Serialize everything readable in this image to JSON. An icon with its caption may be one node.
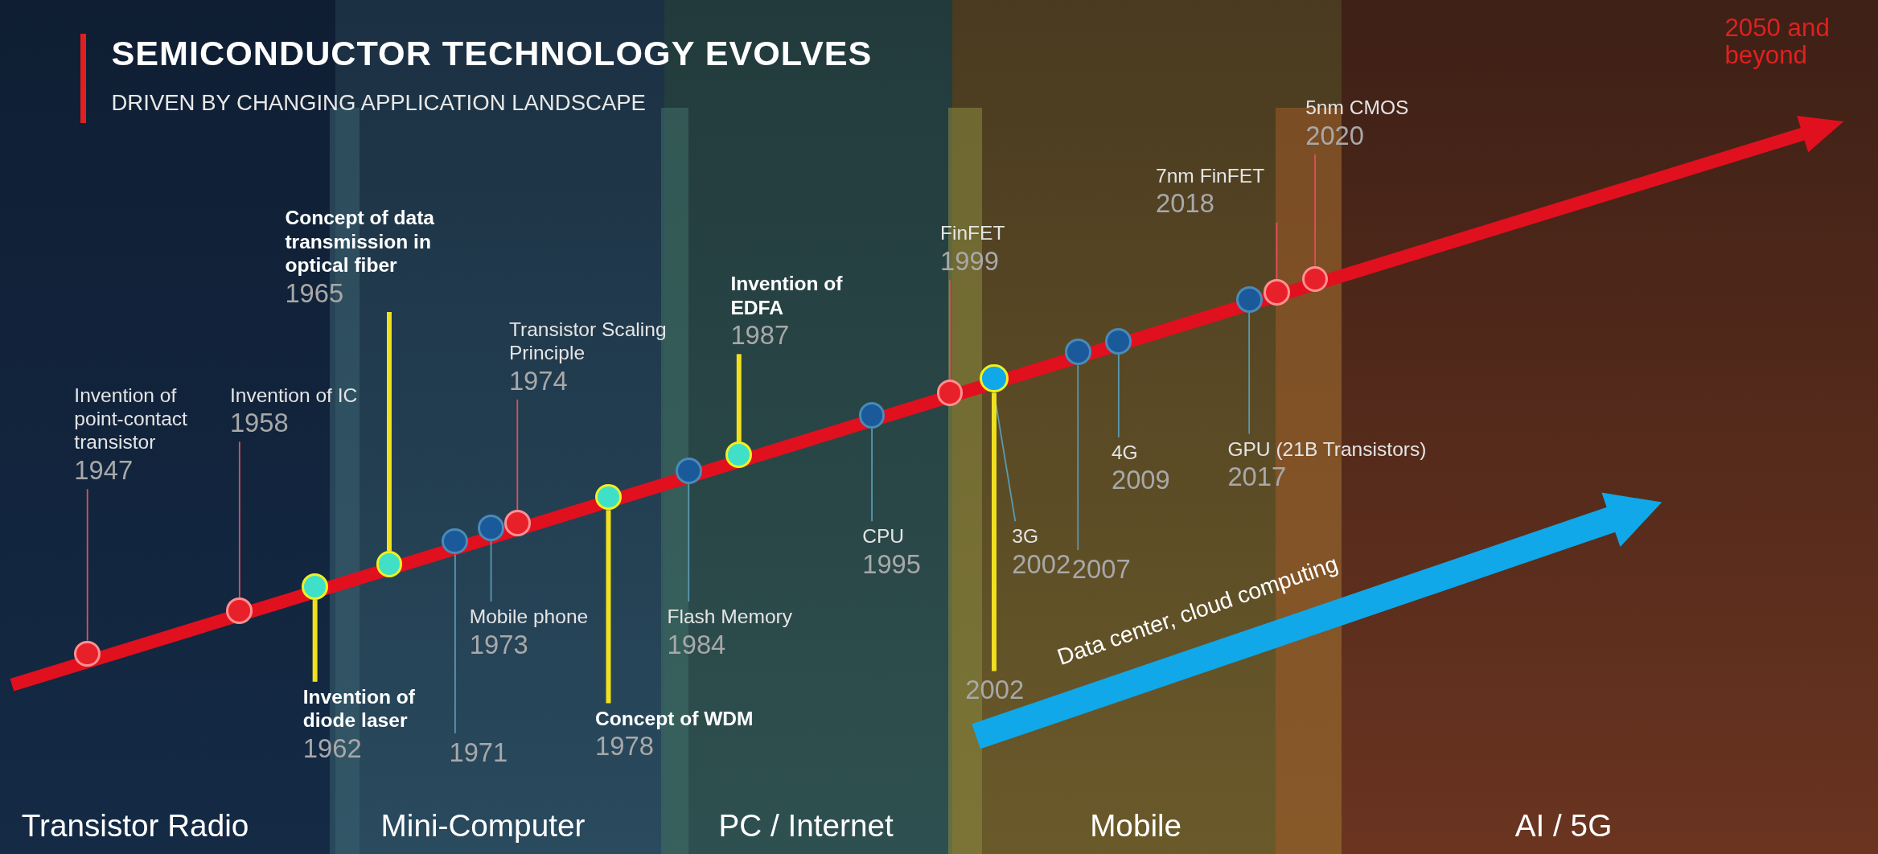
{
  "diagram": {
    "title": "SEMICONDUCTOR TECHNOLOGY EVOLVES",
    "nodes": [
      {
        "text": [
          "Invention of point-contact transistor",
          "1947"
        ]
      },
      {
        "text": [],
        "shape": "circle"
      },
      {
        "text": [
          "Invention of IC",
          "1958"
        ]
      },
      {
        "text": [],
        "shape": "circle"
      },
      {
        "text": [
          "Invention of diode laser",
          "1962"
        ]
      },
      {
        "text": [],
        "shape": "circle"
      },
      {
        "text": [
          "Concept of data transmission in optical fiber",
          "1965"
        ]
      },
      {
        "text": [],
        "shape": "circle"
      },
      {
        "text": [
          "1971"
        ]
      },
      {
        "text": [],
        "shape": "circle"
      },
      {
        "text": [
          "Mobile phone",
          "1973"
        ]
      },
      {
        "text": [],
        "shape": "circle"
      },
      {
        "text": [
          "Transistor Scaling Principle",
          "1974"
        ]
      },
      {
        "text": [],
        "shape": "circle"
      },
      {
        "text": [
          "Concept of WDM",
          "1978"
        ]
      },
      {
        "text": [],
        "shape": "circle"
      },
      {
        "text": [
          "Flash Memory",
          "1984"
        ]
      },
      {
        "text": [],
        "shape": "circle"
      },
      {
        "text": [
          "Invention of EDFA",
          "1987"
        ]
      },
      {
        "text": [],
        "shape": "circle"
      },
      {
        "text": [
          "CPU",
          "1995"
        ]
      },
      {
        "text": [],
        "shape": "circle"
      },
      {
        "text": [
          "FinFET",
          "1999"
        ]
      },
      {
        "text": [],
        "shape": "circle"
      },
      {
        "text": [
          "3G",
          "2002"
        ]
      },
      {
        "text": [],
        "shape": "circle"
      },
      {
        "text": [
          "2002"
        ]
      },
      {
        "text": [
          "2007"
        ]
      },
      {
        "text": [],
        "shape": "circle"
      },
      {
        "text": [
          "4G",
          "2009"
        ]
      },
      {
        "text": [],
        "shape": "circle"
      },
      {
        "text": [
          "GPU (21B Transistors)",
          "2017"
        ]
      },
      {
        "text": [],
        "shape": "circle"
      },
      {
        "text": [
          "7nm FinFET",
          "2018"
        ]
      },
      {
        "text": [],
        "shape": "circle"
      },
      {
        "text": [
          "5nm CMOS",
          "2020"
        ]
      },
      {
        "text": [],
        "shape": "circle"
      }
    ],
    "edges": [
      {
        "from": 0,
        "to": 1,
        "arrow": "none",
        "color": "#e0505a"
      },
      {
        "from": 2,
        "to": 3,
        "arrow": "none",
        "color": "#e0505a"
      },
      {
        "from": 4,
        "to": 5,
        "arrow": "none",
        "style": "thick",
        "color": "#f0e020"
      },
      {
        "from": 6,
        "to": 7,
        "arrow": "none",
        "style": "thick",
        "color": "#f0e020"
      },
      {
        "from": 8,
        "to": 9,
        "arrow": "none"
      },
      {
        "from": 10,
        "to": 11,
        "arrow": "none"
      },
      {
        "from": 12,
        "to": 13,
        "arrow": "none",
        "color": "#e0505a"
      },
      {
        "from": 14,
        "to": 15,
        "arrow": "none",
        "style": "thick",
        "color": "#f0e020"
      },
      {
        "from": 16,
        "to": 17,
        "arrow": "none"
      },
      {
        "from": 18,
        "to": 19,
        "arrow": "none",
        "style": "thick",
        "color": "#f0e020"
      },
      {
        "from": 20,
        "to": 21,
        "arrow": "none"
      },
      {
        "from": 22,
        "to": 23,
        "arrow": "none",
        "color": "#e0505a"
      },
      {
        "from": 24,
        "to": 25,
        "arrow": "none"
      },
      {
        "from": 26,
        "to": 25,
        "arrow": "none",
        "style": "thick",
        "color": "#f0e020"
      },
      {
        "from": 27,
        "to": 28,
        "arrow": "none"
      },
      {
        "from": 29,
        "to": 30,
        "arrow": "none"
      },
      {
        "from": 31,
        "to": 32,
        "arrow": "none"
      },
      {
        "from": 33,
        "to": 34,
        "arrow": "none",
        "color": "#e0505a"
      },
      {
        "from": 35,
        "to": 36,
        "arrow": "none",
        "color": "#e0505a"
      }
    ],
    "labels": [
      "DRIVEN BY CHANGING APPLICATION LANDSCAPE",
      "2050 and beyond",
      "Data center, cloud computing",
      "Transistor Radio",
      "Mini-Computer",
      "PC / Internet",
      "Mobile",
      "AI / 5G"
    ]
  }
}
